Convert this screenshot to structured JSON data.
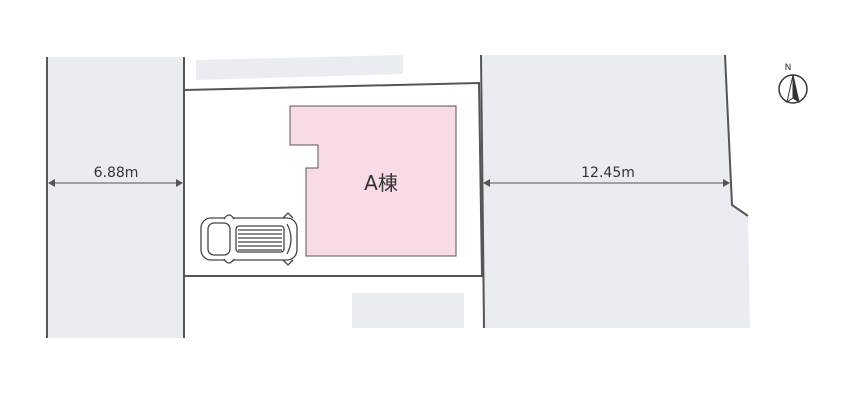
{
  "colors": {
    "road": "#e9ecf0",
    "building": "#f9dbe8",
    "building_outline": "#555555",
    "line": "#555555"
  },
  "building": {
    "label": "A棟"
  },
  "dimensions": {
    "left_road_width": "6.88m",
    "right_road_width": "12.45m"
  },
  "compass": {
    "letter": "N",
    "icon": "north-arrow-icon"
  },
  "vehicle": {
    "icon": "car-icon"
  }
}
